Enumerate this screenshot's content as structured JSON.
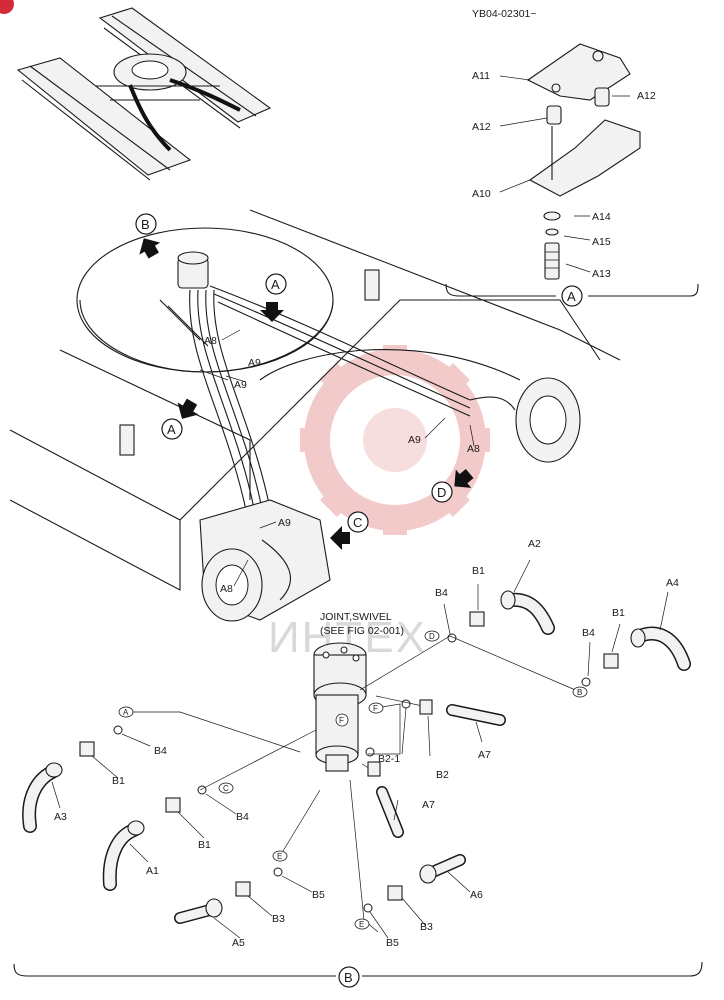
{
  "header": {
    "doc_code": "YB04-02301~"
  },
  "detail_a": {
    "caption": "A",
    "parts": [
      "A11",
      "A12",
      "A12",
      "A10",
      "A14",
      "A15",
      "A13"
    ]
  },
  "overview": {
    "view_markers": [
      "B",
      "A",
      "A",
      "C",
      "D"
    ],
    "callouts": [
      "A8",
      "A9",
      "A9",
      "A8",
      "A9",
      "A9",
      "A8"
    ]
  },
  "swivel": {
    "title_line1": "JOINT,SWIVEL",
    "title_line2": "(SEE FIG 02-001)"
  },
  "parts_b": {
    "caption": "B",
    "labels": [
      "A2",
      "B1",
      "B4",
      "A4",
      "B1",
      "B4",
      "B2-1",
      "B2",
      "A7",
      "A7",
      "B4",
      "B1",
      "A3",
      "B4",
      "B1",
      "A1",
      "B5",
      "A6",
      "B3",
      "B5",
      "A5",
      "B3"
    ],
    "ports": [
      "D",
      "B",
      "A",
      "F",
      "F",
      "C",
      "E",
      "E"
    ]
  },
  "watermark": {
    "text": "ИНТЕХ"
  },
  "colors": {
    "ink": "#1a1a1a",
    "watermark_red": "#e8b8b8",
    "watermark_gray": "#d9d9d9",
    "badge": "#d42b3a"
  }
}
